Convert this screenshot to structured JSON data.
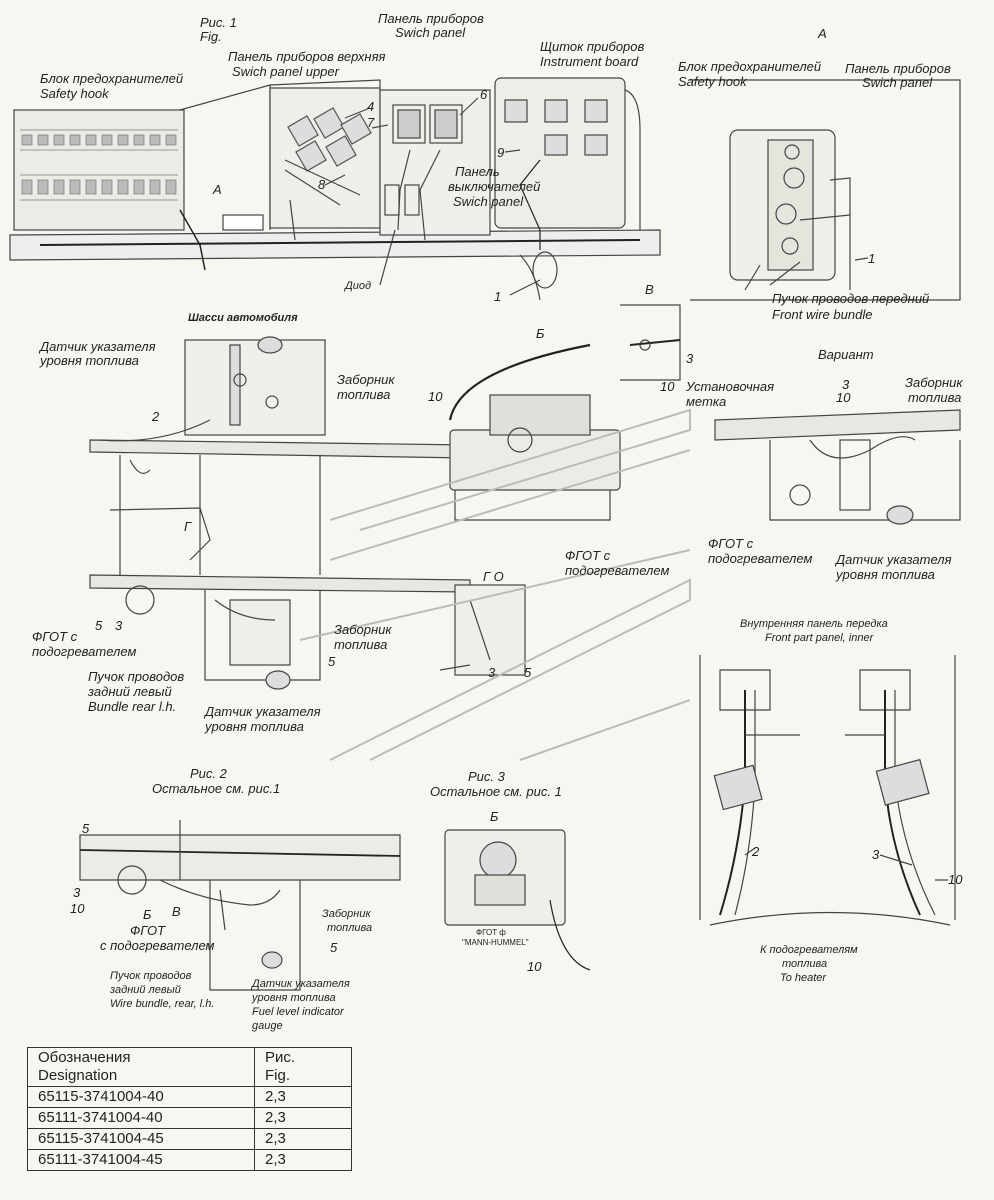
{
  "labels": {
    "fig1": "Рис. 1",
    "fig1_en": "Fig.",
    "panel_main": "Панель приборов",
    "panel_main_en": "Swich panel",
    "fuse_block": "Блок предохранителей",
    "fuse_block_en": "Safety hook",
    "panel_upper": "Панель приборов верхняя",
    "panel_upper_en": "Swich panel upper",
    "instr_board": "Щиток приборов",
    "instr_board_en": "Instrument board",
    "switch_panel": "Панель",
    "switch_panel2": "выключателей",
    "switch_panel_en": "Swich panel",
    "diode": "Диод",
    "view_a": "А",
    "view_a_left": "А",
    "fuse_block_a": "Блок предохранителей",
    "fuse_block_a_en": "Safety hook",
    "panel_a": "Панель приборов",
    "panel_a_en": "Swich panel",
    "front_bundle": "Пучок проводов передний",
    "front_bundle_en": "Front wire bundle",
    "chassis": "Шасси автомобиля",
    "sensor1": "Датчик указателя",
    "sensor1b": "уровня топлива",
    "intake1": "Заборник",
    "intake1b": "топлива",
    "view_b": "Б",
    "view_v": "В",
    "mark": "Установочная",
    "mark2": "метка",
    "variant": "Вариант",
    "intake_v": "Заборник",
    "intake_vb": "топлива",
    "fgot_v": "ФГОТ с",
    "fgot_vb": "подогревателем",
    "sensor_v": "Датчик указателя",
    "sensor_vb": "уровня топлива",
    "fgot_c": "ФГОТ с",
    "fgot_cb": "подогревателем",
    "fgot_l": "ФГОТ с",
    "fgot_lb": "подогревателем",
    "bundle_rear": "Пучок проводов",
    "bundle_rear2": "задний левый",
    "bundle_rear_en": "Bundle rear l.h.",
    "intake2": "Заборник",
    "intake2b": "топлива",
    "sensor2": "Датчик указателя",
    "sensor2b": "уровня топлива",
    "g_label": "Г",
    "go_label": "Г О",
    "inner_panel": "Внутренняя панель передка",
    "inner_panel_en": "Front part panel, inner",
    "fig2": "Рис. 2",
    "fig2_rest": "Остальное см. рис.1",
    "fig3": "Рис. 3",
    "fig3_rest": "Остальное см. рис. 1",
    "view_b3": "Б",
    "fgot_f": "ФГОТ ф",
    "mann": "\"MANN-HUMMEL\"",
    "fgot_2": "ФГОТ",
    "fgot_2b": "с подогревателем",
    "bundle2": "Пучок проводов",
    "bundle2b": "задний левый",
    "bundle2_en": "Wire bundle, rear, l.h.",
    "intake3": "Заборник",
    "intake3b": "топлива",
    "sensor3": "Датчик указателя",
    "sensor3b": "уровня топлива",
    "sensor3_en": "Fuel level indicator",
    "sensor3_en2": "gauge",
    "to_heaters": "К подогревателям",
    "to_heaters2": "топлива",
    "to_heaters_en": "To heater",
    "b_label2": "Б",
    "v_label2": "В"
  },
  "numbers": {
    "n1": "1",
    "n2": "2",
    "n3": "3",
    "n4": "4",
    "n5": "5",
    "n6": "6",
    "n7": "7",
    "n8": "8",
    "n9": "9",
    "n10": "10"
  },
  "table": {
    "head_left": "Обозначения",
    "head_left_en": "Designation",
    "head_right": "Рис.",
    "head_right_en": "Fig.",
    "rows": [
      {
        "code": "65115-3741004-40",
        "fig": "2,3"
      },
      {
        "code": "65111-3741004-40",
        "fig": "2,3"
      },
      {
        "code": "65115-3741004-45",
        "fig": "2,3"
      },
      {
        "code": "65111-3741004-45",
        "fig": "2,3"
      }
    ]
  }
}
